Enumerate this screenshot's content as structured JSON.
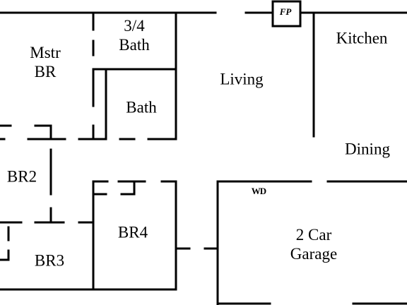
{
  "rooms": {
    "master": [
      "Mstr",
      "BR"
    ],
    "three_quarter_bath": [
      "3/4",
      "Bath"
    ],
    "bath": "Bath",
    "living": "Living",
    "kitchen": "Kitchen",
    "dining": "Dining",
    "br2": "BR2",
    "br3": "BR3",
    "br4": "BR4",
    "garage": [
      "2 Car",
      "Garage"
    ]
  },
  "fixtures": {
    "fireplace": "FP",
    "washer_dryer": "WD"
  },
  "colors": {
    "wall": "#000000",
    "background": "#ffffff"
  }
}
